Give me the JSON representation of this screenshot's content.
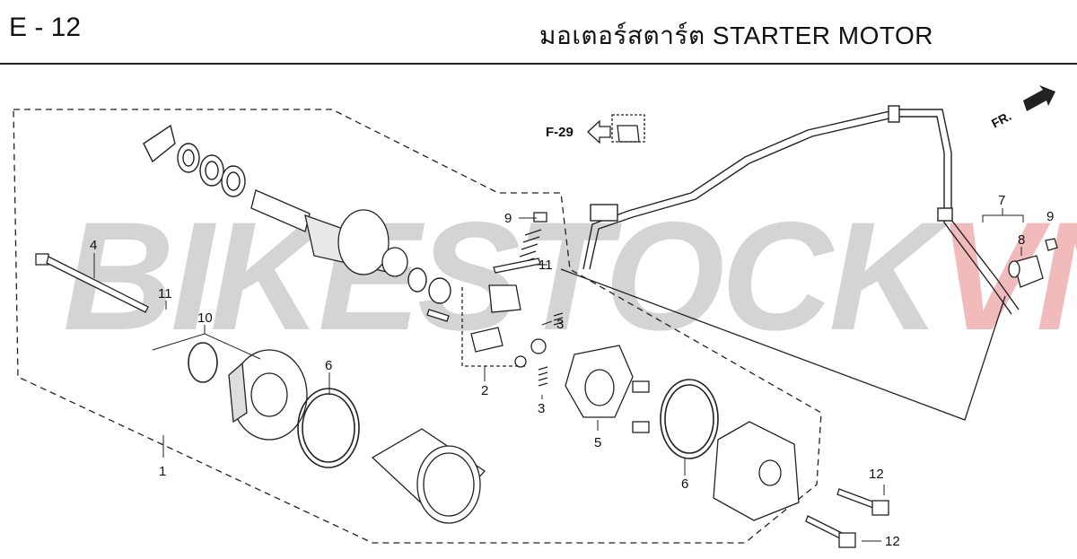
{
  "header": {
    "page_code": "E - 12",
    "title": "มอเตอร์สตาร์ต  STARTER MOTOR"
  },
  "watermark": {
    "part1": "BIKESTOCK",
    "part2": "VN"
  },
  "direction_label": "FR.",
  "reference_label": "F-29",
  "callouts": {
    "c1": "1",
    "c2": "2",
    "c3a": "3",
    "c3b": "3",
    "c4": "4",
    "c5": "5",
    "c6a": "6",
    "c6b": "6",
    "c7": "7",
    "c8": "8",
    "c9a": "9",
    "c9b": "9",
    "c10": "10",
    "c11a": "11",
    "c11b": "11",
    "c12a": "12",
    "c12b": "12"
  },
  "colors": {
    "line": "#222222",
    "watermark_gray": "#9a9a9a",
    "watermark_red": "#e06060"
  }
}
